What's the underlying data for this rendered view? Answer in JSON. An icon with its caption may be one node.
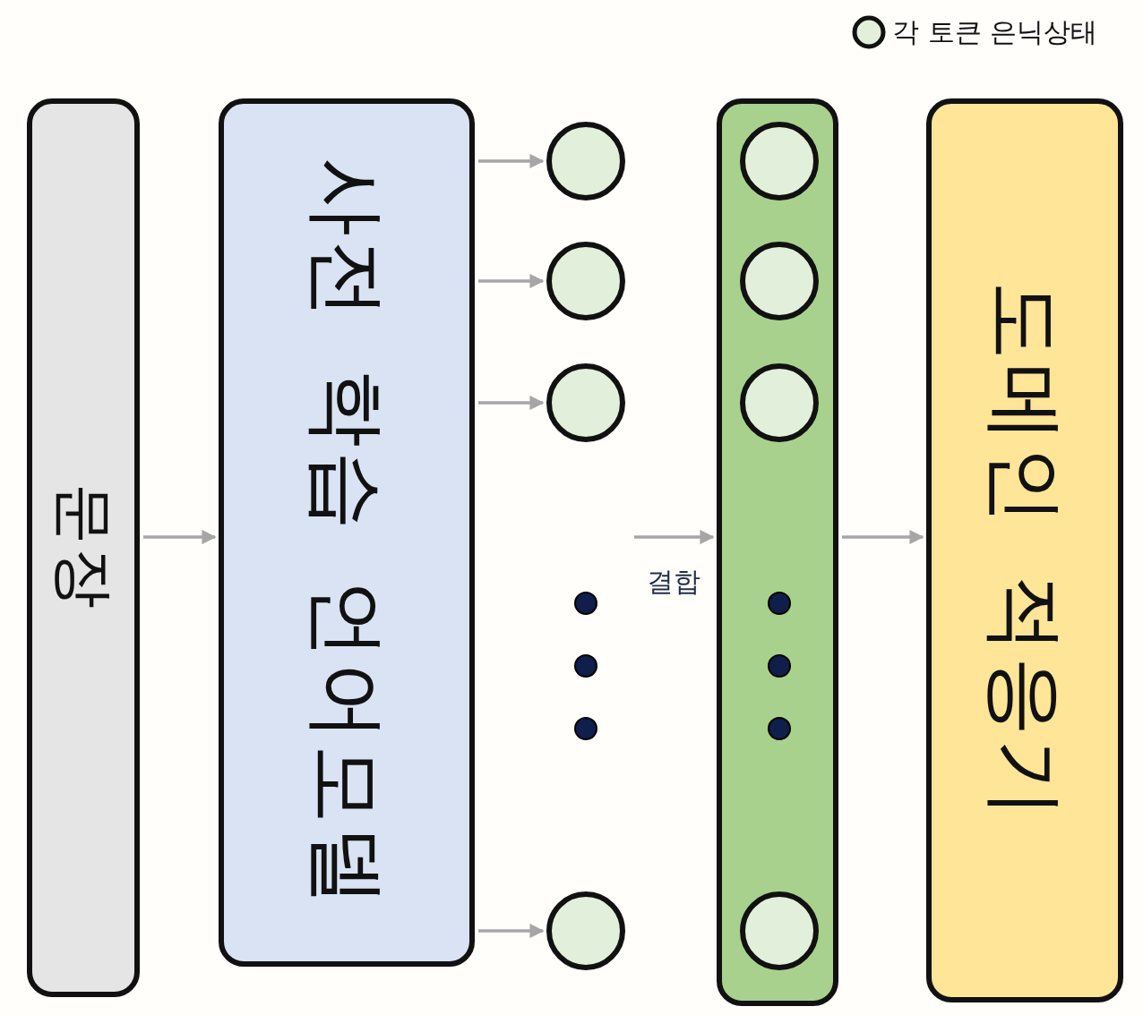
{
  "diagram": {
    "nodes": [
      {
        "text": [
          "문장"
        ]
      },
      {
        "text": [
          "사전 학습 언어모델"
        ]
      },
      {
        "text": [],
        "shape": "circle"
      },
      {
        "text": [],
        "shape": "circle"
      },
      {
        "text": [],
        "shape": "circle"
      },
      {
        "text": [],
        "shape": "circle"
      },
      {
        "text": [],
        "shape": "box"
      },
      {
        "text": [],
        "shape": "circle",
        "in": 6
      },
      {
        "text": [],
        "shape": "circle",
        "in": 6
      },
      {
        "text": [],
        "shape": "circle",
        "in": 6
      },
      {
        "text": [],
        "shape": "circle",
        "in": 6
      },
      {
        "text": [
          "도메인 적응기"
        ]
      }
    ],
    "edges": [
      {
        "from": 0,
        "to": 1,
        "arrow": "to"
      },
      {
        "from": 1,
        "to": 2,
        "arrow": "to"
      },
      {
        "from": 1,
        "to": 3,
        "arrow": "to"
      },
      {
        "from": 1,
        "to": 4,
        "arrow": "to"
      },
      {
        "from": 1,
        "to": 5,
        "arrow": "to"
      },
      {
        "from": null,
        "to": 6,
        "arrow": "to",
        "label": "결합"
      },
      {
        "from": 6,
        "to": 11,
        "arrow": "to"
      }
    ],
    "legend": [
      {
        "text": "각 토큰 은닉상태"
      }
    ]
  }
}
